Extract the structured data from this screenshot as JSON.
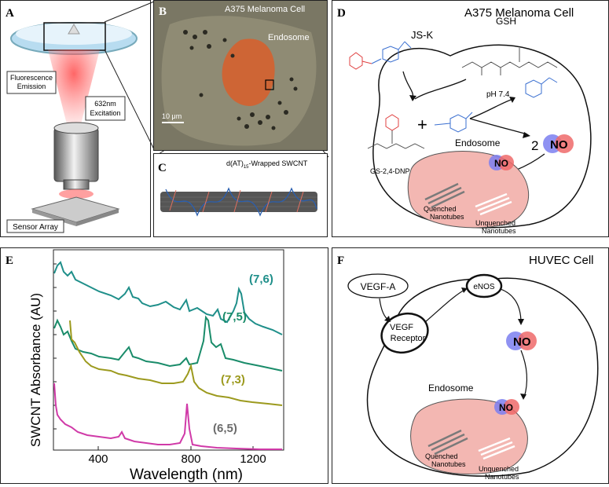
{
  "panels": {
    "A": {
      "letter": "A",
      "fluorescence_line1": "Fluorescence",
      "fluorescence_line2": "Emission",
      "excitation_line1": "632nm",
      "excitation_line2": "Excitation",
      "sensor_label": "Sensor Array"
    },
    "B": {
      "letter": "B",
      "title": "A375 Melanoma Cell",
      "endosome_label": "Endosome",
      "scale_label": "10 μm"
    },
    "C": {
      "letter": "C",
      "label_pre": "d(AT)",
      "label_sub": "15",
      "label_post": "-Wrapped SWCNT"
    },
    "D": {
      "letter": "D",
      "title": "A375 Melanoma Cell",
      "jsk_label": "JS-K",
      "gsh_label": "GSH",
      "ph_label": "pH 7.4",
      "plus": "+",
      "coefficient": "2",
      "gs_dnp_label": "GS-2,4-DNP",
      "endosome_label": "Endosome",
      "no_label": "NO",
      "quenched_line1": "Quenched",
      "quenched_line2": "Nanotubes",
      "unquenched_line1": "Unquenched",
      "unquenched_line2": "Nanotubes"
    },
    "E": {
      "letter": "E",
      "ylabel": "SWCNT Absorbance (AU)",
      "xlabel": "Wavelength (nm)",
      "xticks": [
        "400",
        "800",
        "1200"
      ],
      "peak_labels": [
        "(7,6)",
        "(7,5)",
        "(7,3)",
        "(6,5)"
      ]
    },
    "F": {
      "letter": "F",
      "title": "HUVEC Cell",
      "vegfa_label": "VEGF-A",
      "receptor_line1": "VEGF",
      "receptor_line2": "Receptor",
      "enos_label": "eNOS",
      "no_label": "NO",
      "endosome_label": "Endosome",
      "quenched_line1": "Quenched",
      "quenched_line2": "Nanotubes",
      "unquenched_line1": "Unquenched",
      "unquenched_line2": "Nanotubes"
    }
  },
  "colors": {
    "teal": "#1f8f8a",
    "green": "#1a8c6a",
    "olive": "#9c9a1e",
    "magenta": "#d03aa8",
    "endosome_fill": "#f3b7b2",
    "no_blue": "#7b7ff0",
    "no_red": "#ef6a6a",
    "dnp_red": "#e04040",
    "tube_dark": "#7a7a7a",
    "tube_light": "#ffffff"
  }
}
